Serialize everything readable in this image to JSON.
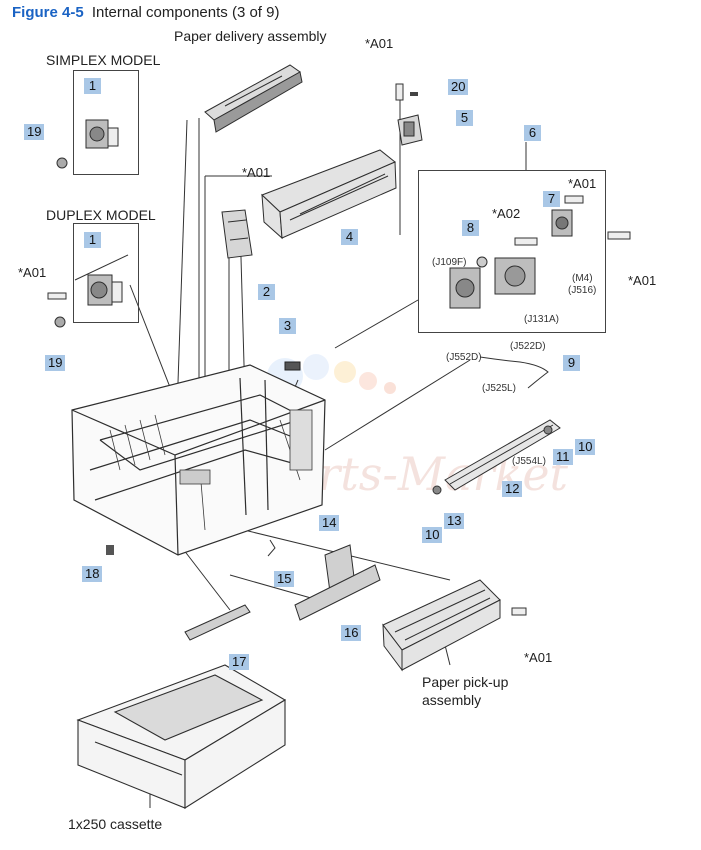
{
  "figure": {
    "number": "Figure 4-5",
    "title": "Internal components (3 of 9)"
  },
  "captions": {
    "paper_delivery": "Paper delivery assembly",
    "simplex": "SIMPLEX MODEL",
    "duplex": "DUPLEX MODEL",
    "pickup_line1": "Paper pick-up",
    "pickup_line2": "assembly",
    "cassette": "1x250 cassette"
  },
  "screw_labels": {
    "a01": "*A01",
    "a02": "*A02"
  },
  "connectors": {
    "j109f": "(J109F)",
    "m4": "(M4)",
    "j516": "(J516)",
    "j131a": "(J131A)",
    "j552d": "(J552D)",
    "j522d": "(J522D)",
    "j525l": "(J525L)",
    "j554l": "(J554L)"
  },
  "callouts": {
    "c1": "1",
    "c2": "2",
    "c3": "3",
    "c4": "4",
    "c5": "5",
    "c6": "6",
    "c7": "7",
    "c8": "8",
    "c9": "9",
    "c10": "10",
    "c11": "11",
    "c12": "12",
    "c13": "13",
    "c14": "14",
    "c15": "15",
    "c16": "16",
    "c17": "17",
    "c18": "18",
    "c19": "19",
    "c20": "20"
  },
  "watermark": "Parts-Market",
  "colors": {
    "callout_fill": "#a9c7e6",
    "figure_number": "#1a63c4",
    "line": "#333333"
  }
}
